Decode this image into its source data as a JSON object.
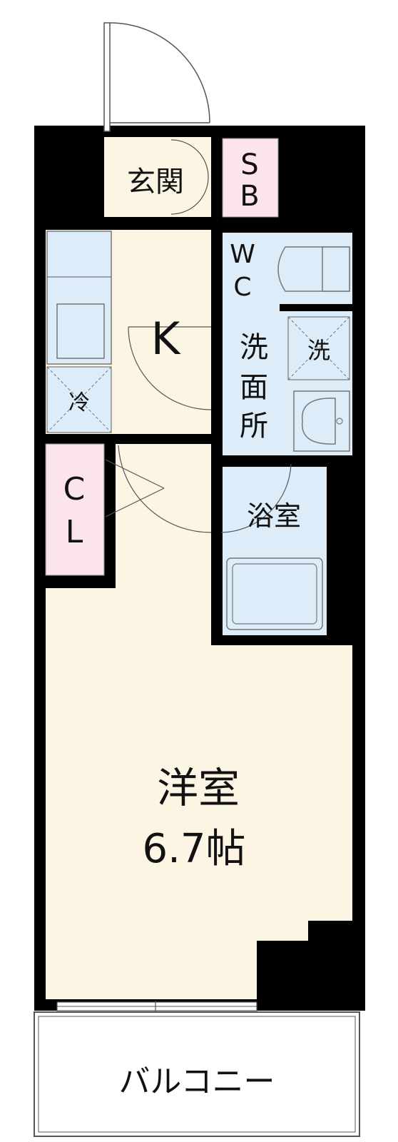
{
  "rooms": {
    "entrance": {
      "label": "玄関"
    },
    "shoe_box": {
      "label_line1": "S",
      "label_line2": "B"
    },
    "kitchen": {
      "label": "K"
    },
    "refrigerator": {
      "label": "冷"
    },
    "toilet": {
      "label_line1": "W",
      "label_line2": "C"
    },
    "washroom": {
      "label_line1": "洗",
      "label_line2": "面",
      "label_line3": "所"
    },
    "washing_machine": {
      "label": "洗"
    },
    "closet": {
      "label_line1": "C",
      "label_line2": "L"
    },
    "bathroom": {
      "label": "浴室"
    },
    "western_room": {
      "label": "洋室",
      "size": "6.7帖"
    },
    "balcony": {
      "label": "バルコニー"
    }
  },
  "colors": {
    "wall": "#000000",
    "room_fill": "#fcf5e4",
    "wet_area": "#dcecf8",
    "storage": "#fbe4ec",
    "line": "#555555"
  }
}
